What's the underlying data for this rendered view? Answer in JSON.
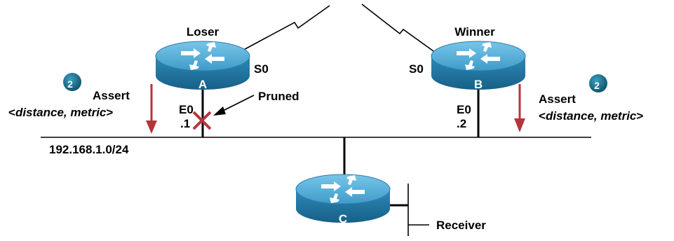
{
  "routers": {
    "a": {
      "letter": "A",
      "role": "Loser",
      "serial": "S0",
      "ethernet": "E0",
      "host": ".1"
    },
    "b": {
      "letter": "B",
      "role": "Winner",
      "serial": "S0",
      "ethernet": "E0",
      "host": ".2"
    },
    "c": {
      "letter": "C"
    }
  },
  "network": {
    "subnet": "192.168.1.0/24"
  },
  "labels": {
    "pruned": "Pruned",
    "receiver": "Receiver"
  },
  "asserts": {
    "left": {
      "step": "2",
      "title": "Assert",
      "prefix": "<",
      "params": "distance, metric",
      "suffix": ">"
    },
    "right": {
      "step": "2",
      "title": "Assert",
      "prefix": "<",
      "params": "distance, metric",
      "suffix": ">"
    }
  },
  "colors": {
    "router_body": "#2a86b4",
    "router_top": "#5bb3dc",
    "router_dark": "#1d6e96",
    "assert_arrow": "#b5343c",
    "pruned_x": "#b5343c",
    "badge": "#1f6f8b",
    "line": "#000000"
  }
}
